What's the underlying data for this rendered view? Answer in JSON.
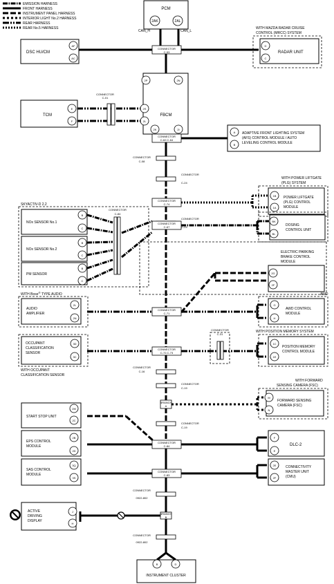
{
  "legend": [
    {
      "label": "EMISSION HARNESS",
      "style": "emi"
    },
    {
      "label": "FRONT HARNESS",
      "style": "front"
    },
    {
      "label": "INSTRUMENT PANEL HARNESS",
      "style": "inst"
    },
    {
      "label": "INTERIOR LIGHT No.2 HARNESS",
      "style": "int2"
    },
    {
      "label": "REAR HARNESS",
      "style": "rear"
    },
    {
      "label": "REAR No.5 HARNESS",
      "style": "rear5"
    }
  ],
  "pcm": {
    "label": "PCM",
    "pin_h": "2AK",
    "pin_l": "2AL",
    "can_h": "CAN_H",
    "can_l": "CAN_L"
  },
  "fbcm": {
    "label": "FBCM",
    "pins": [
      "2P",
      "2N",
      "2S",
      "2L",
      "2K",
      "2I"
    ]
  },
  "words": {
    "connector": "CONNECTOR",
    "branch": "BRANCH"
  },
  "connectors": {
    "c53": "C-53",
    "c01": "C-01",
    "c6263": "C-62,C-64",
    "c08": "C-08",
    "c24a": "C-24",
    "c74": "C-74",
    "c24b": "C-24",
    "c84a": "C-84",
    "c67": "C-67",
    "c71": "C-71",
    "c31": "C-31",
    "c7273": "C-72,C-73",
    "c16": "C-16",
    "c19a": "C-19",
    "branchA": "A",
    "c19b": "C-19",
    "c84b": "C-84",
    "c83": "C-83",
    "k0922a": "0922-802",
    "branchB": "B",
    "k0922b": "0922-802"
  },
  "modules": {
    "dsc": {
      "label": "DSC HU/CM",
      "pins": [
        "AF",
        "AC"
      ]
    },
    "radar": {
      "label": "RADAR UNIT",
      "pins": [
        "D",
        "C"
      ],
      "caption": [
        "WITH MAZDA RADAR CRUISE",
        "CONTROL (MRCC) SYSTEM"
      ]
    },
    "tcm": {
      "label": "TCM",
      "pins": [
        "E",
        "F"
      ]
    },
    "afs": {
      "label": [
        "ADAPTIVE FRONT LIGHTING SYSTEM",
        "(AFS) CONTROL MODULE / AUTO",
        "LEVELING CONTROL MODULE"
      ],
      "pins": [
        "A",
        "B"
      ]
    },
    "plg": {
      "label": [
        "POWER LIFTGATE",
        "(PLG) CONTROL",
        "MODULE"
      ],
      "pins": [
        "1B",
        "1A"
      ],
      "caption": [
        "WITH POWER LIFTGATE",
        "(PLG) SYSTEM"
      ]
    },
    "skyactiv": {
      "caption": "SKYACTIV-D 2.2"
    },
    "nox1": {
      "label": "NOx SENSOR No.1",
      "pins": [
        "B",
        "C"
      ]
    },
    "nox2": {
      "label": "NOx SENSOR No.2",
      "pins": [
        "B",
        "C"
      ]
    },
    "pm": {
      "label": "PM SENSOR",
      "pins": [
        "B",
        "C"
      ]
    },
    "dosing": {
      "label": [
        "DOSING",
        "CONTROL UNIT"
      ],
      "pins": [
        "BK",
        "BL"
      ]
    },
    "epb": {
      "label": [
        "ELECTRIC PARKING",
        "BRAKE CONTROL",
        "MODULE"
      ],
      "pins": [
        "2G",
        "2F"
      ]
    },
    "audio": {
      "label": [
        "AUDIO",
        "AMPLIFIER"
      ],
      "pins": [
        "2L",
        "2N"
      ],
      "caption_pre": "WITH Bose",
      "caption_sup": "®",
      "caption_post": " TYPE AUDIO"
    },
    "awd": {
      "label": [
        "AWD CONTROL",
        "MODULE"
      ],
      "pins": [
        "G",
        "H"
      ],
      "caption": "AWD"
    },
    "ocs": {
      "label": [
        "OCCUPANT",
        "CLASSIFICATION",
        "SENSOR"
      ],
      "pins": [
        "3D",
        "3C"
      ],
      "caption": [
        "WITH OCCUPANT",
        "CLASSIFICATION SENSOR"
      ]
    },
    "pos": {
      "label": [
        "POSITION MEMORY",
        "CONTROL MODULE"
      ],
      "pins": [
        "1C",
        "1E"
      ],
      "caption": "WITH POSITION MEMORY SYSTEM"
    },
    "fsc": {
      "label": [
        "FORWARD SENSING",
        "CAMERA (FSC)"
      ],
      "pins": [
        "M",
        "N"
      ],
      "caption": [
        "WITH FORWARD",
        "SENSING CAMERA (FSC)"
      ]
    },
    "ssu": {
      "label": "START STOP UNIT",
      "pins": [
        "2M",
        "2C"
      ]
    },
    "eps": {
      "label": [
        "EPS CONTROL",
        "MODULE"
      ],
      "pins": [
        "2B",
        "2D"
      ]
    },
    "dlc": {
      "label": "DLC-2",
      "pins": [
        "F",
        "E"
      ]
    },
    "sas": {
      "label": [
        "SAS CONTROL",
        "MODULE"
      ],
      "pins": [
        "3Q",
        "3S"
      ]
    },
    "cmu": {
      "label": [
        "CONNECTIVITY",
        "MASTER UNIT",
        "(CMU)"
      ],
      "pins": [
        "2E",
        "2F"
      ]
    },
    "add": {
      "label": [
        "ACTIVE",
        "DRIVING",
        "DISPLAY"
      ],
      "pins": [
        "J",
        "H"
      ]
    },
    "ic": {
      "label": "INSTRUMENT CLUSTER",
      "pins": [
        "B",
        "D"
      ]
    }
  }
}
